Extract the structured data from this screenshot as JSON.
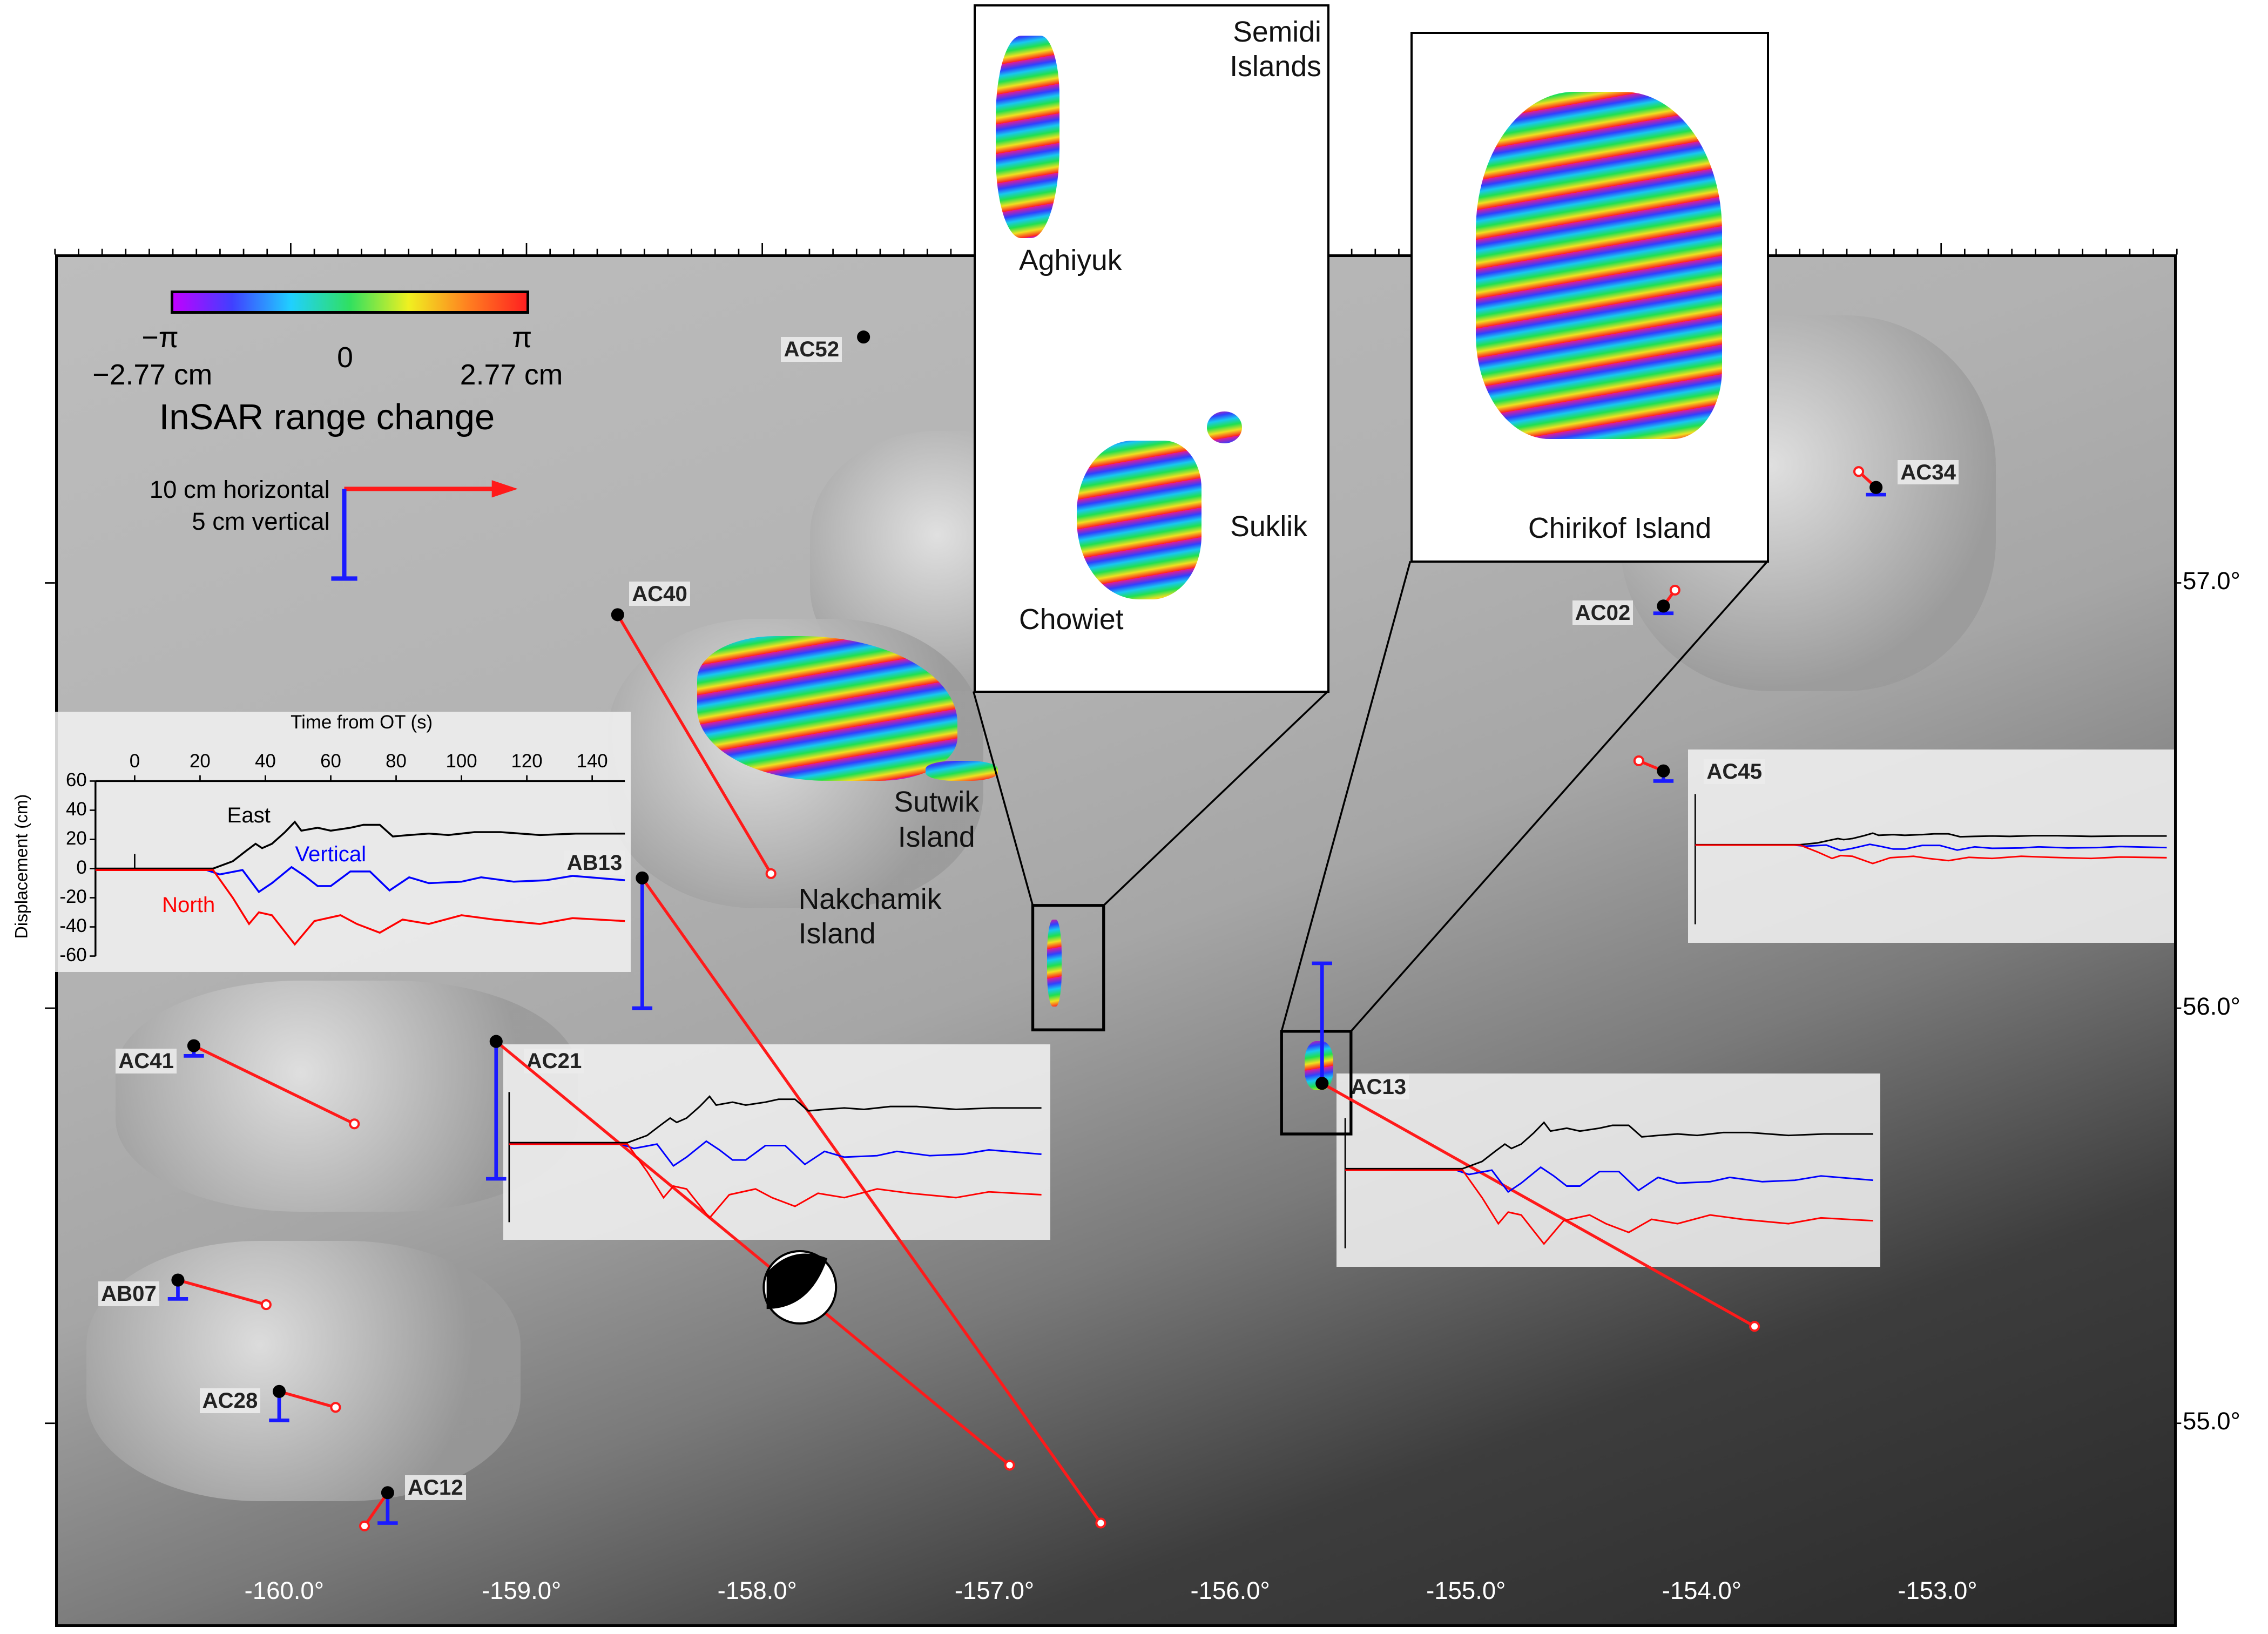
{
  "axes": {
    "longitude_labels": [
      "-160.0°",
      "-159.0°",
      "-158.0°",
      "-157.0°",
      "-156.0°",
      "-155.0°",
      "-154.0°",
      "-153.0°"
    ],
    "latitude_labels": [
      "57.0°",
      "56.0°",
      "55.0°"
    ]
  },
  "legend": {
    "colorbar_min_phase": "−π",
    "colorbar_mid": "0",
    "colorbar_max_phase": "π",
    "colorbar_min_cm": "−2.77 cm",
    "colorbar_max_cm": "2.77 cm",
    "title": "InSAR range change",
    "scale_horizontal": "10 cm horizontal",
    "scale_vertical": "5 cm vertical",
    "colors": {
      "horizontal": "#ff1a1a",
      "vertical": "#1a1aff"
    }
  },
  "stations": [
    {
      "id": "AC52"
    },
    {
      "id": "AC40"
    },
    {
      "id": "AB13"
    },
    {
      "id": "AC41"
    },
    {
      "id": "AC21"
    },
    {
      "id": "AB07"
    },
    {
      "id": "AC28"
    },
    {
      "id": "AC12"
    },
    {
      "id": "AC13"
    },
    {
      "id": "AC34"
    },
    {
      "id": "AC02"
    },
    {
      "id": "AC45"
    }
  ],
  "places": {
    "sutwik": "Sutwik\nIsland",
    "nakchamik": "Nakchamik\nIsland",
    "semidi": "Semidi\nIslands",
    "aghiyuk": "Aghiyuk",
    "suklik": "Suklik",
    "chowiet": "Chowiet",
    "chirikof": "Chirikof Island"
  },
  "chart_data": {
    "type": "line",
    "title": "AB13",
    "xlabel": "Time from OT (s)",
    "ylabel": "Displacement (cm)",
    "xlim": [
      -12,
      150
    ],
    "ylim": [
      -60,
      60
    ],
    "xticks": [
      "0",
      "20",
      "40",
      "60",
      "80",
      "100",
      "120",
      "140"
    ],
    "yticks": [
      "60",
      "40",
      "20",
      "0",
      "-20",
      "-40",
      "-60"
    ],
    "series": [
      {
        "name": "East",
        "color": "#000000",
        "points": [
          [
            -12,
            0
          ],
          [
            24,
            0
          ],
          [
            30,
            5
          ],
          [
            34,
            12
          ],
          [
            37,
            17
          ],
          [
            39,
            14
          ],
          [
            42,
            17
          ],
          [
            46,
            25
          ],
          [
            49,
            32
          ],
          [
            51,
            26
          ],
          [
            56,
            28
          ],
          [
            60,
            26
          ],
          [
            66,
            28
          ],
          [
            70,
            30
          ],
          [
            75,
            30
          ],
          [
            79,
            22
          ],
          [
            84,
            23
          ],
          [
            90,
            24
          ],
          [
            96,
            23
          ],
          [
            104,
            25
          ],
          [
            112,
            25
          ],
          [
            124,
            23
          ],
          [
            135,
            24
          ],
          [
            150,
            24
          ]
        ]
      },
      {
        "name": "Vertical",
        "color": "#0000ff",
        "points": [
          [
            -12,
            -1
          ],
          [
            22,
            -1
          ],
          [
            26,
            -4
          ],
          [
            33,
            -1
          ],
          [
            38,
            -16
          ],
          [
            42,
            -10
          ],
          [
            48,
            1
          ],
          [
            52,
            -5
          ],
          [
            56,
            -12
          ],
          [
            60,
            -12
          ],
          [
            66,
            -2
          ],
          [
            72,
            -2
          ],
          [
            78,
            -15
          ],
          [
            84,
            -6
          ],
          [
            90,
            -10
          ],
          [
            100,
            -9
          ],
          [
            106,
            -6
          ],
          [
            116,
            -9
          ],
          [
            126,
            -8
          ],
          [
            134,
            -5
          ],
          [
            150,
            -8
          ]
        ]
      },
      {
        "name": "North",
        "color": "#ff0000",
        "points": [
          [
            -12,
            -1
          ],
          [
            24,
            -1
          ],
          [
            30,
            -20
          ],
          [
            35,
            -38
          ],
          [
            38,
            -30
          ],
          [
            42,
            -32
          ],
          [
            49,
            -52
          ],
          [
            55,
            -36
          ],
          [
            63,
            -32
          ],
          [
            68,
            -38
          ],
          [
            75,
            -44
          ],
          [
            82,
            -35
          ],
          [
            90,
            -38
          ],
          [
            100,
            -32
          ],
          [
            110,
            -35
          ],
          [
            124,
            -38
          ],
          [
            134,
            -34
          ],
          [
            150,
            -36
          ]
        ]
      }
    ]
  },
  "waveform_panels": [
    "AC21",
    "AC13",
    "AC45"
  ]
}
